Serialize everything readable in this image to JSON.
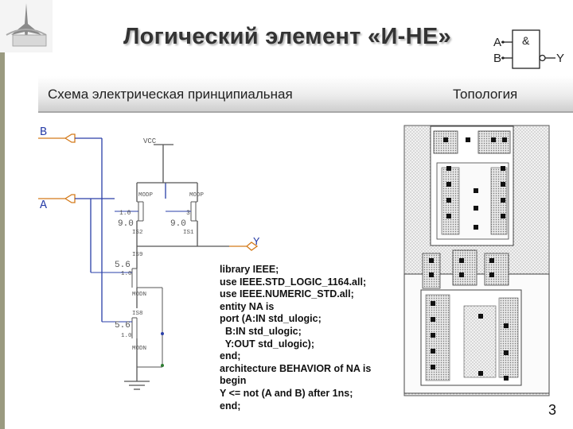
{
  "title": "Логический элемент «И-НЕ»",
  "header": {
    "left": "Схема электрическая принципиальная",
    "right": "Топология"
  },
  "gate_symbol": {
    "input_a": "A",
    "input_b": "B",
    "output": "Y",
    "operator": "&"
  },
  "schematic": {
    "label_b": "B",
    "label_a": "A",
    "label_y": "Y",
    "vcc": "VCC",
    "pmos1_model": "MODP",
    "pmos2_model": "MODP",
    "pmos1_w": "1.0",
    "pmos1_l": "9.0",
    "pmos2_w": "3",
    "pmos2_l": "9.0",
    "pmos1_name": "IS2",
    "pmos2_name": "IS1",
    "nmos1_name": "IS9",
    "nmos1_w": "5.6",
    "nmos1_l": "1.0",
    "nmos1_model": "MODN",
    "nmos2_name": "IS8",
    "nmos2_w": "5.6",
    "nmos2_l": "1.0",
    "nmos2_model": "MODN"
  },
  "code": {
    "lines": [
      "library IEEE;",
      "use IEEE.STD_LOGIC_1164.all;",
      "use IEEE.NUMERIC_STD.all;",
      "entity NA is",
      "port (A:IN std_ulogic;",
      "  B:IN std_ulogic;",
      "  Y:OUT std_ulogic);",
      "end;",
      "architecture BEHAVIOR of NA is",
      "begin",
      "Y <= not (A and B) after 1ns;",
      "end;"
    ]
  },
  "page_number": "3",
  "colors": {
    "wire_blue": "#2a3fa8",
    "wire_gray": "#555555",
    "orange": "#d47a1a",
    "green": "#2e7d32"
  }
}
